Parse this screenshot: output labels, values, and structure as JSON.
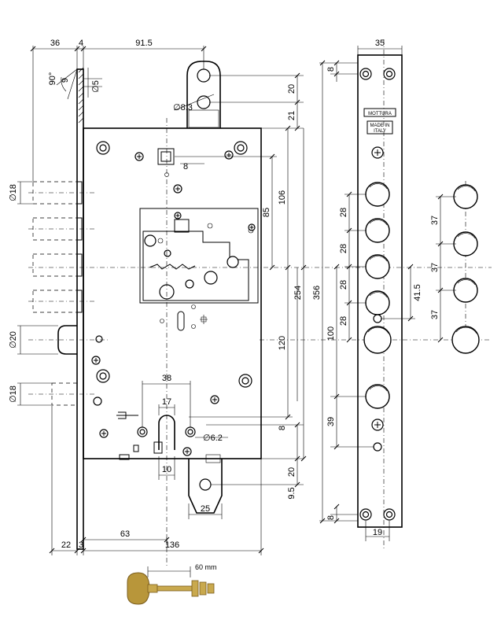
{
  "dimensions": {
    "top_36": "36",
    "top_4": "4",
    "top_91_5": "91.5",
    "angle_90": "90°",
    "dia_9": "9",
    "dia_5": "∅5",
    "dia_8_3": "∅8.3",
    "square_8": "8",
    "dia_18_top": "∅18",
    "dia_20": "∅20",
    "dia_18_bottom": "∅18",
    "dim_85": "85",
    "dim_106": "106",
    "dim_20_top": "20",
    "dim_21": "21",
    "dim_254": "254",
    "dim_356": "356",
    "dim_120": "120",
    "dim_8_mid": "8",
    "dim_20_bottom": "20",
    "dim_9_5": "9.5",
    "dim_38": "38",
    "dim_17": "17",
    "dia_6_2": "∅6.2",
    "dim_10": "10",
    "dim_25": "25",
    "dim_63": "63",
    "dim_136": "136",
    "dim_22": "22",
    "dim_3": "3",
    "strike_35": "35",
    "strike_8_top": "8",
    "strike_28_a": "28",
    "strike_28_b": "28",
    "strike_28_c": "28",
    "strike_28_d": "28",
    "strike_100": "100",
    "strike_39": "39",
    "strike_41_5": "41.5",
    "strike_8_bottom": "8",
    "strike_19": "19",
    "right_37_a": "37",
    "right_37_b": "37",
    "right_37_c": "37"
  },
  "plate_labels": {
    "brand": "MOTTURA",
    "made_in_1": "MADE IN",
    "made_in_2": "ITALY"
  },
  "key_label": "60 mm",
  "colors": {
    "key_bow": "#b8963a",
    "key_blade": "#c9a94e",
    "line": "#000000"
  }
}
